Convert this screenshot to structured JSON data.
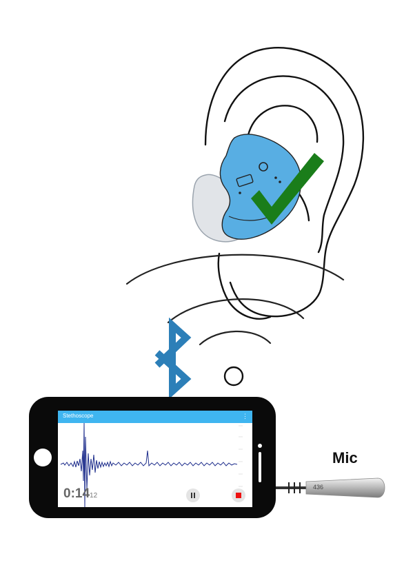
{
  "app": {
    "title": "Stethoscope",
    "menu_icon": "⋮",
    "timer_main": "0:14",
    "timer_sub": "12"
  },
  "mic": {
    "label": "Mic",
    "plug_code": "436"
  },
  "icons": {
    "bluetooth": "bluetooth-icon",
    "check": "check-icon",
    "pause": "pause-icon",
    "stop": "stop-icon"
  },
  "colors": {
    "earbud": "#58aee3",
    "check": "#1a7d1a",
    "bluetooth": "#2c7fb8",
    "appbar": "#3fb5f0",
    "waveform": "#1a2a8a",
    "stop": "#ee1111"
  }
}
